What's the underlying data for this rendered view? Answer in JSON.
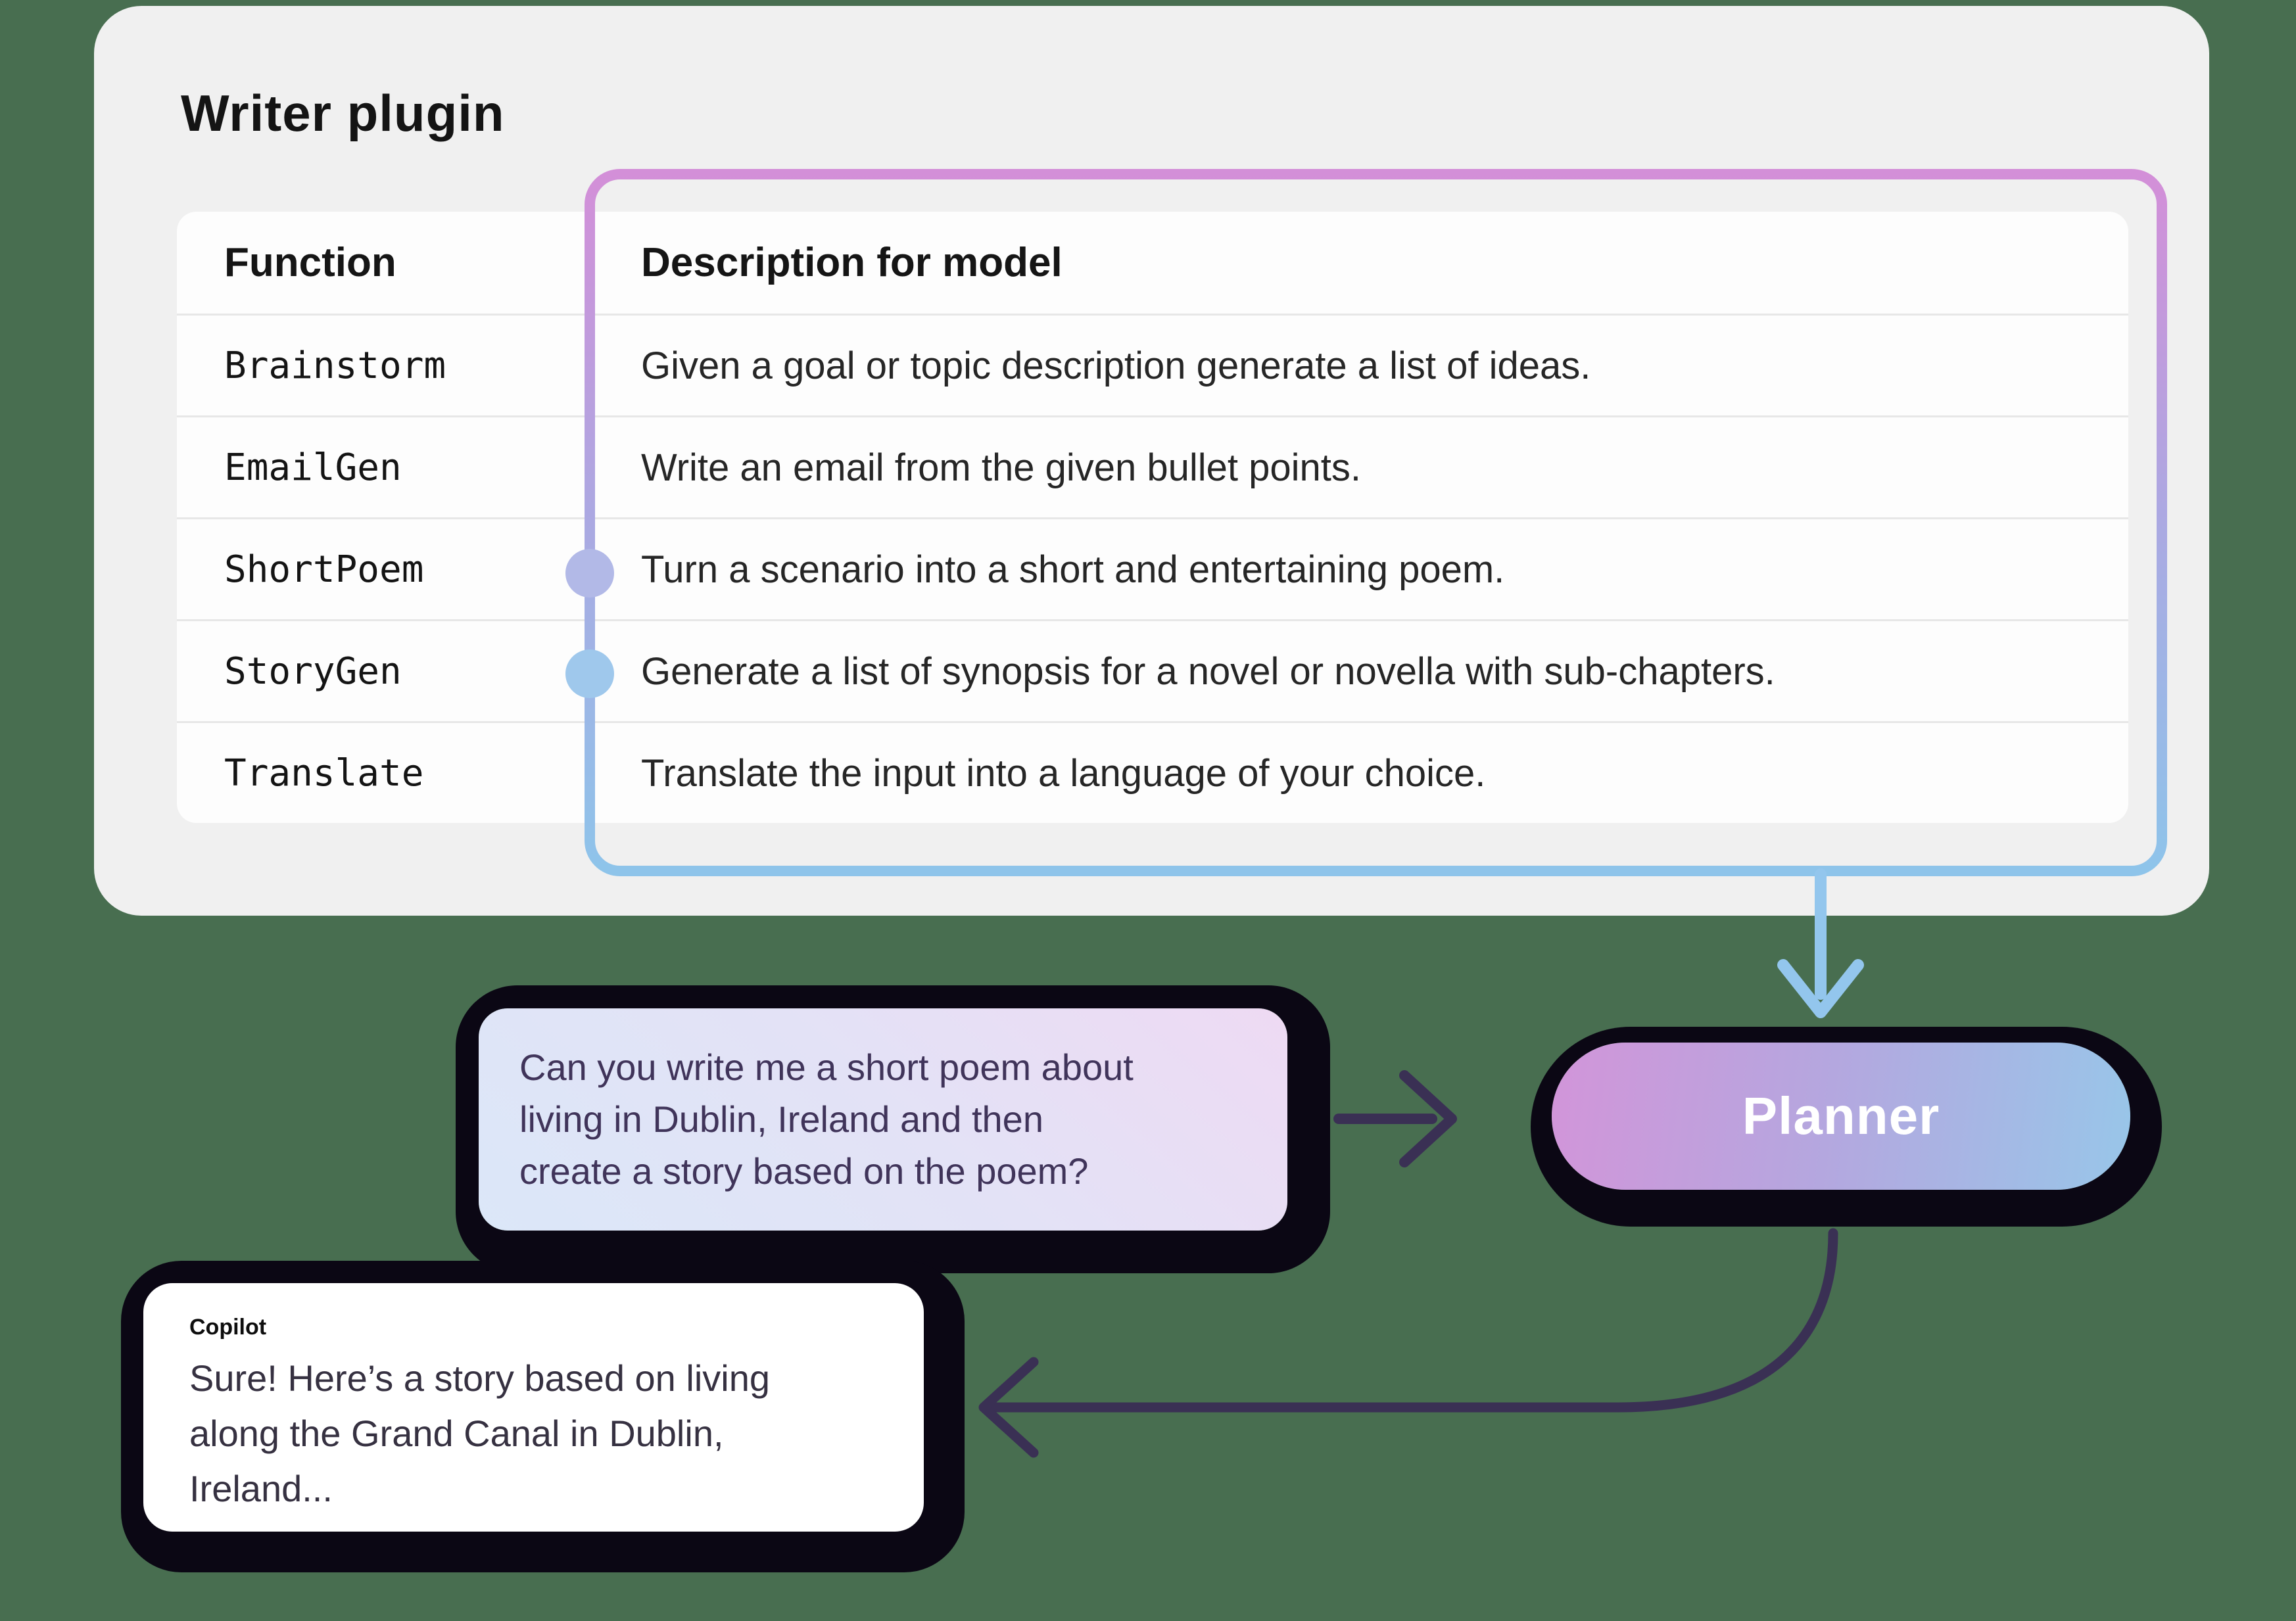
{
  "writer_plugin": {
    "title": "Writer plugin",
    "table": {
      "columns": [
        "Function",
        "Description for model"
      ],
      "rows": [
        {
          "function": "Brainstorm",
          "description": "Given a goal or topic description generate a list of ideas."
        },
        {
          "function": "EmailGen",
          "description": "Write an email from the given bullet points."
        },
        {
          "function": "ShortPoem",
          "description": "Turn a scenario into a short and entertaining poem."
        },
        {
          "function": "StoryGen",
          "description": "Generate a list of synopsis for a novel or novella with sub-chapters."
        },
        {
          "function": "Translate",
          "description": "Translate the input into a language of your choice."
        }
      ],
      "highlighted_rows": [
        "ShortPoem",
        "StoryGen"
      ]
    }
  },
  "planner": {
    "label": "Planner"
  },
  "user_message": {
    "lines": [
      "Can you write me a short poem about",
      "living in Dublin, Ireland and then",
      "create a story based on the poem?"
    ]
  },
  "copilot_message": {
    "sender": "Copilot",
    "lines": [
      "Sure! Here’s a story based on living",
      "along the Grand Canal in Dublin,",
      "Ireland..."
    ]
  },
  "icons": {
    "down_arrow": "chevron-down-arrow",
    "right_arrow": "chevron-right-arrow",
    "left_arrow": "chevron-left-arrow",
    "connector_dot": "circle"
  },
  "colors": {
    "background": "#486E50",
    "card": "#F0F0F0",
    "table": "#FDFDFD",
    "row_separator": "#E7E7E7",
    "highlight_border_top": "#D38FD8",
    "highlight_border_bottom": "#8EC4EA",
    "dot_shortpoem": "#B2B9E7",
    "dot_storygen": "#9FC8EC",
    "down_arrow": "#93C6ED",
    "dark_arrow": "#3A3054",
    "planner_gradient_left": "#D295D9",
    "planner_gradient_right": "#98C6E9",
    "shadow": "#0B0714",
    "user_text": "#40345A",
    "copilot_text": "#363141"
  }
}
